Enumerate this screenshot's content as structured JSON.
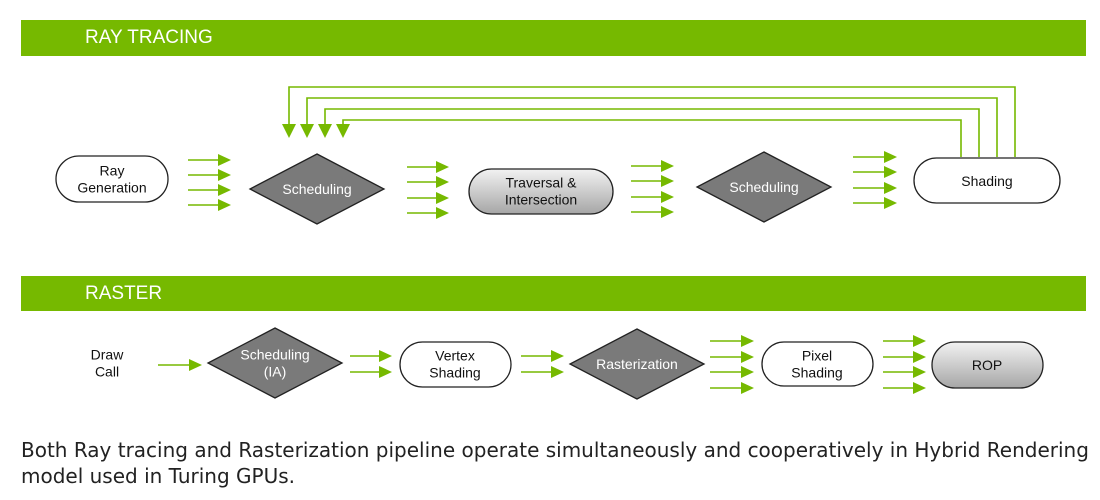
{
  "colors": {
    "accent": "#76b900",
    "node_stroke": "#222222",
    "diamond_fill": "#7a7a7a",
    "gray_pill_from": "#f2f2f2",
    "gray_pill_to": "#a6a6a6"
  },
  "sections": {
    "ray_tracing": {
      "title": "RAY TRACING",
      "nodes": {
        "ray_generation": "Ray\nGeneration",
        "scheduling_1": "Scheduling",
        "traversal": "Traversal &\nIntersection",
        "scheduling_2": "Scheduling",
        "shading": "Shading"
      }
    },
    "raster": {
      "title": "RASTER",
      "nodes": {
        "draw_call": "Draw\nCall",
        "scheduling_ia": "Scheduling\n(IA)",
        "vertex_shading": "Vertex\nShading",
        "rasterization": "Rasterization",
        "pixel_shading": "Pixel\nShading",
        "rop": "ROP"
      }
    }
  },
  "caption": "Both Ray tracing and Rasterization pipeline operate simultaneously and cooperatively in Hybrid Rendering model used in Turing GPUs."
}
